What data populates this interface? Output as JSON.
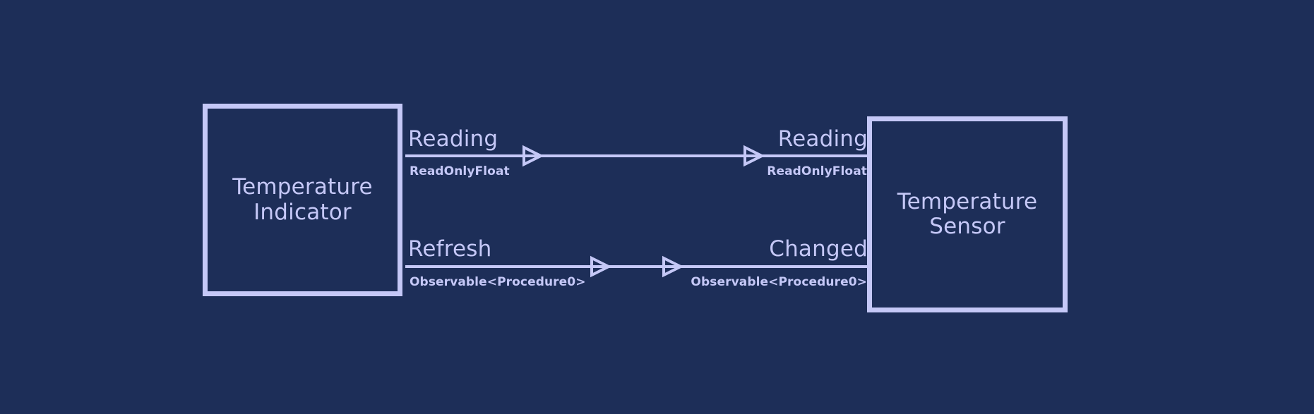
{
  "diagram": {
    "background_color": "#1d2e58",
    "accent_color": "#c5c8f7",
    "components": [
      {
        "id": "temperature-indicator",
        "title": "Temperature\nIndicator"
      },
      {
        "id": "temperature-sensor",
        "title": "Temperature\nSensor"
      }
    ],
    "connections": [
      {
        "id": "reading-connection",
        "source_port": {
          "name": "Reading",
          "type": "ReadOnlyFloat"
        },
        "target_port": {
          "name": "Reading",
          "type": "ReadOnlyFloat"
        },
        "arrow_count": 2,
        "direction": "right"
      },
      {
        "id": "refresh-changed-connection",
        "source_port": {
          "name": "Refresh",
          "type": "Observable<Procedure0>"
        },
        "target_port": {
          "name": "Changed",
          "type": "Observable<Procedure0>"
        },
        "arrow_count": 2,
        "direction": "right"
      }
    ]
  }
}
